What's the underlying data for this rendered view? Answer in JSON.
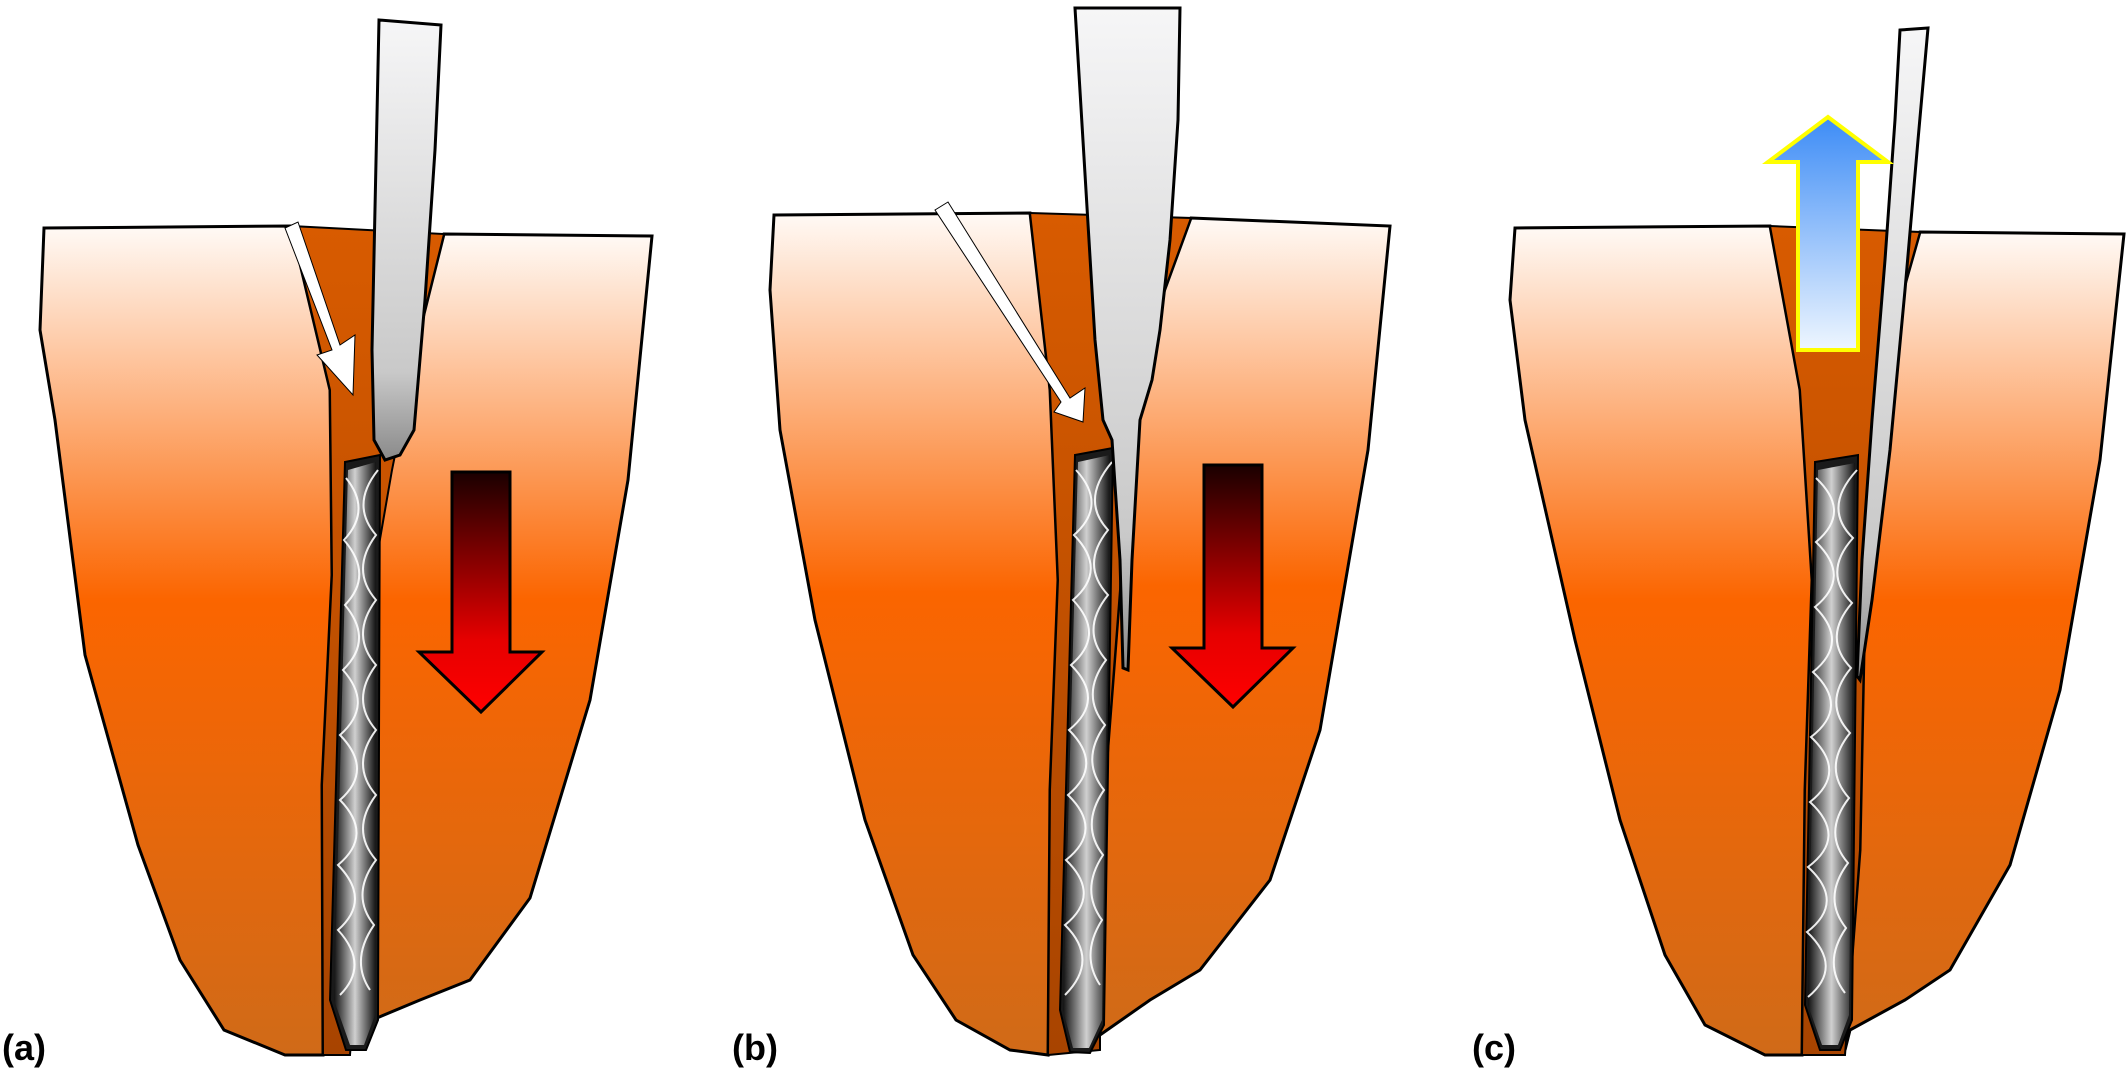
{
  "panels": [
    {
      "label": "(a)",
      "tool_motion": "down"
    },
    {
      "label": "(b)",
      "tool_motion": "down"
    },
    {
      "label": "(c)",
      "tool_motion": "up"
    }
  ],
  "colors": {
    "tooth_top": "#fffaf6",
    "tooth_mid": "#fb6500",
    "tooth_bottom": "#d46a16",
    "canal_dark": "#b84a00",
    "instrument_light": "#f4f5f6",
    "instrument_dark": "#9b9b9b",
    "arrow_down_top": "#1a0000",
    "arrow_down_bottom": "#ff0000",
    "arrow_up_top": "#3f8ef7",
    "arrow_up_bottom": "#eaf4ff",
    "arrow_up_outline": "#ffff00",
    "pointer_arrow": "#ffffff",
    "outline": "#000000"
  },
  "icons": {
    "post": "threaded-post-icon",
    "instrument": "instrument-icon",
    "arrow_down": "arrow-down-icon",
    "arrow_up": "arrow-up-icon",
    "pointer": "pointer-arrow-icon"
  }
}
